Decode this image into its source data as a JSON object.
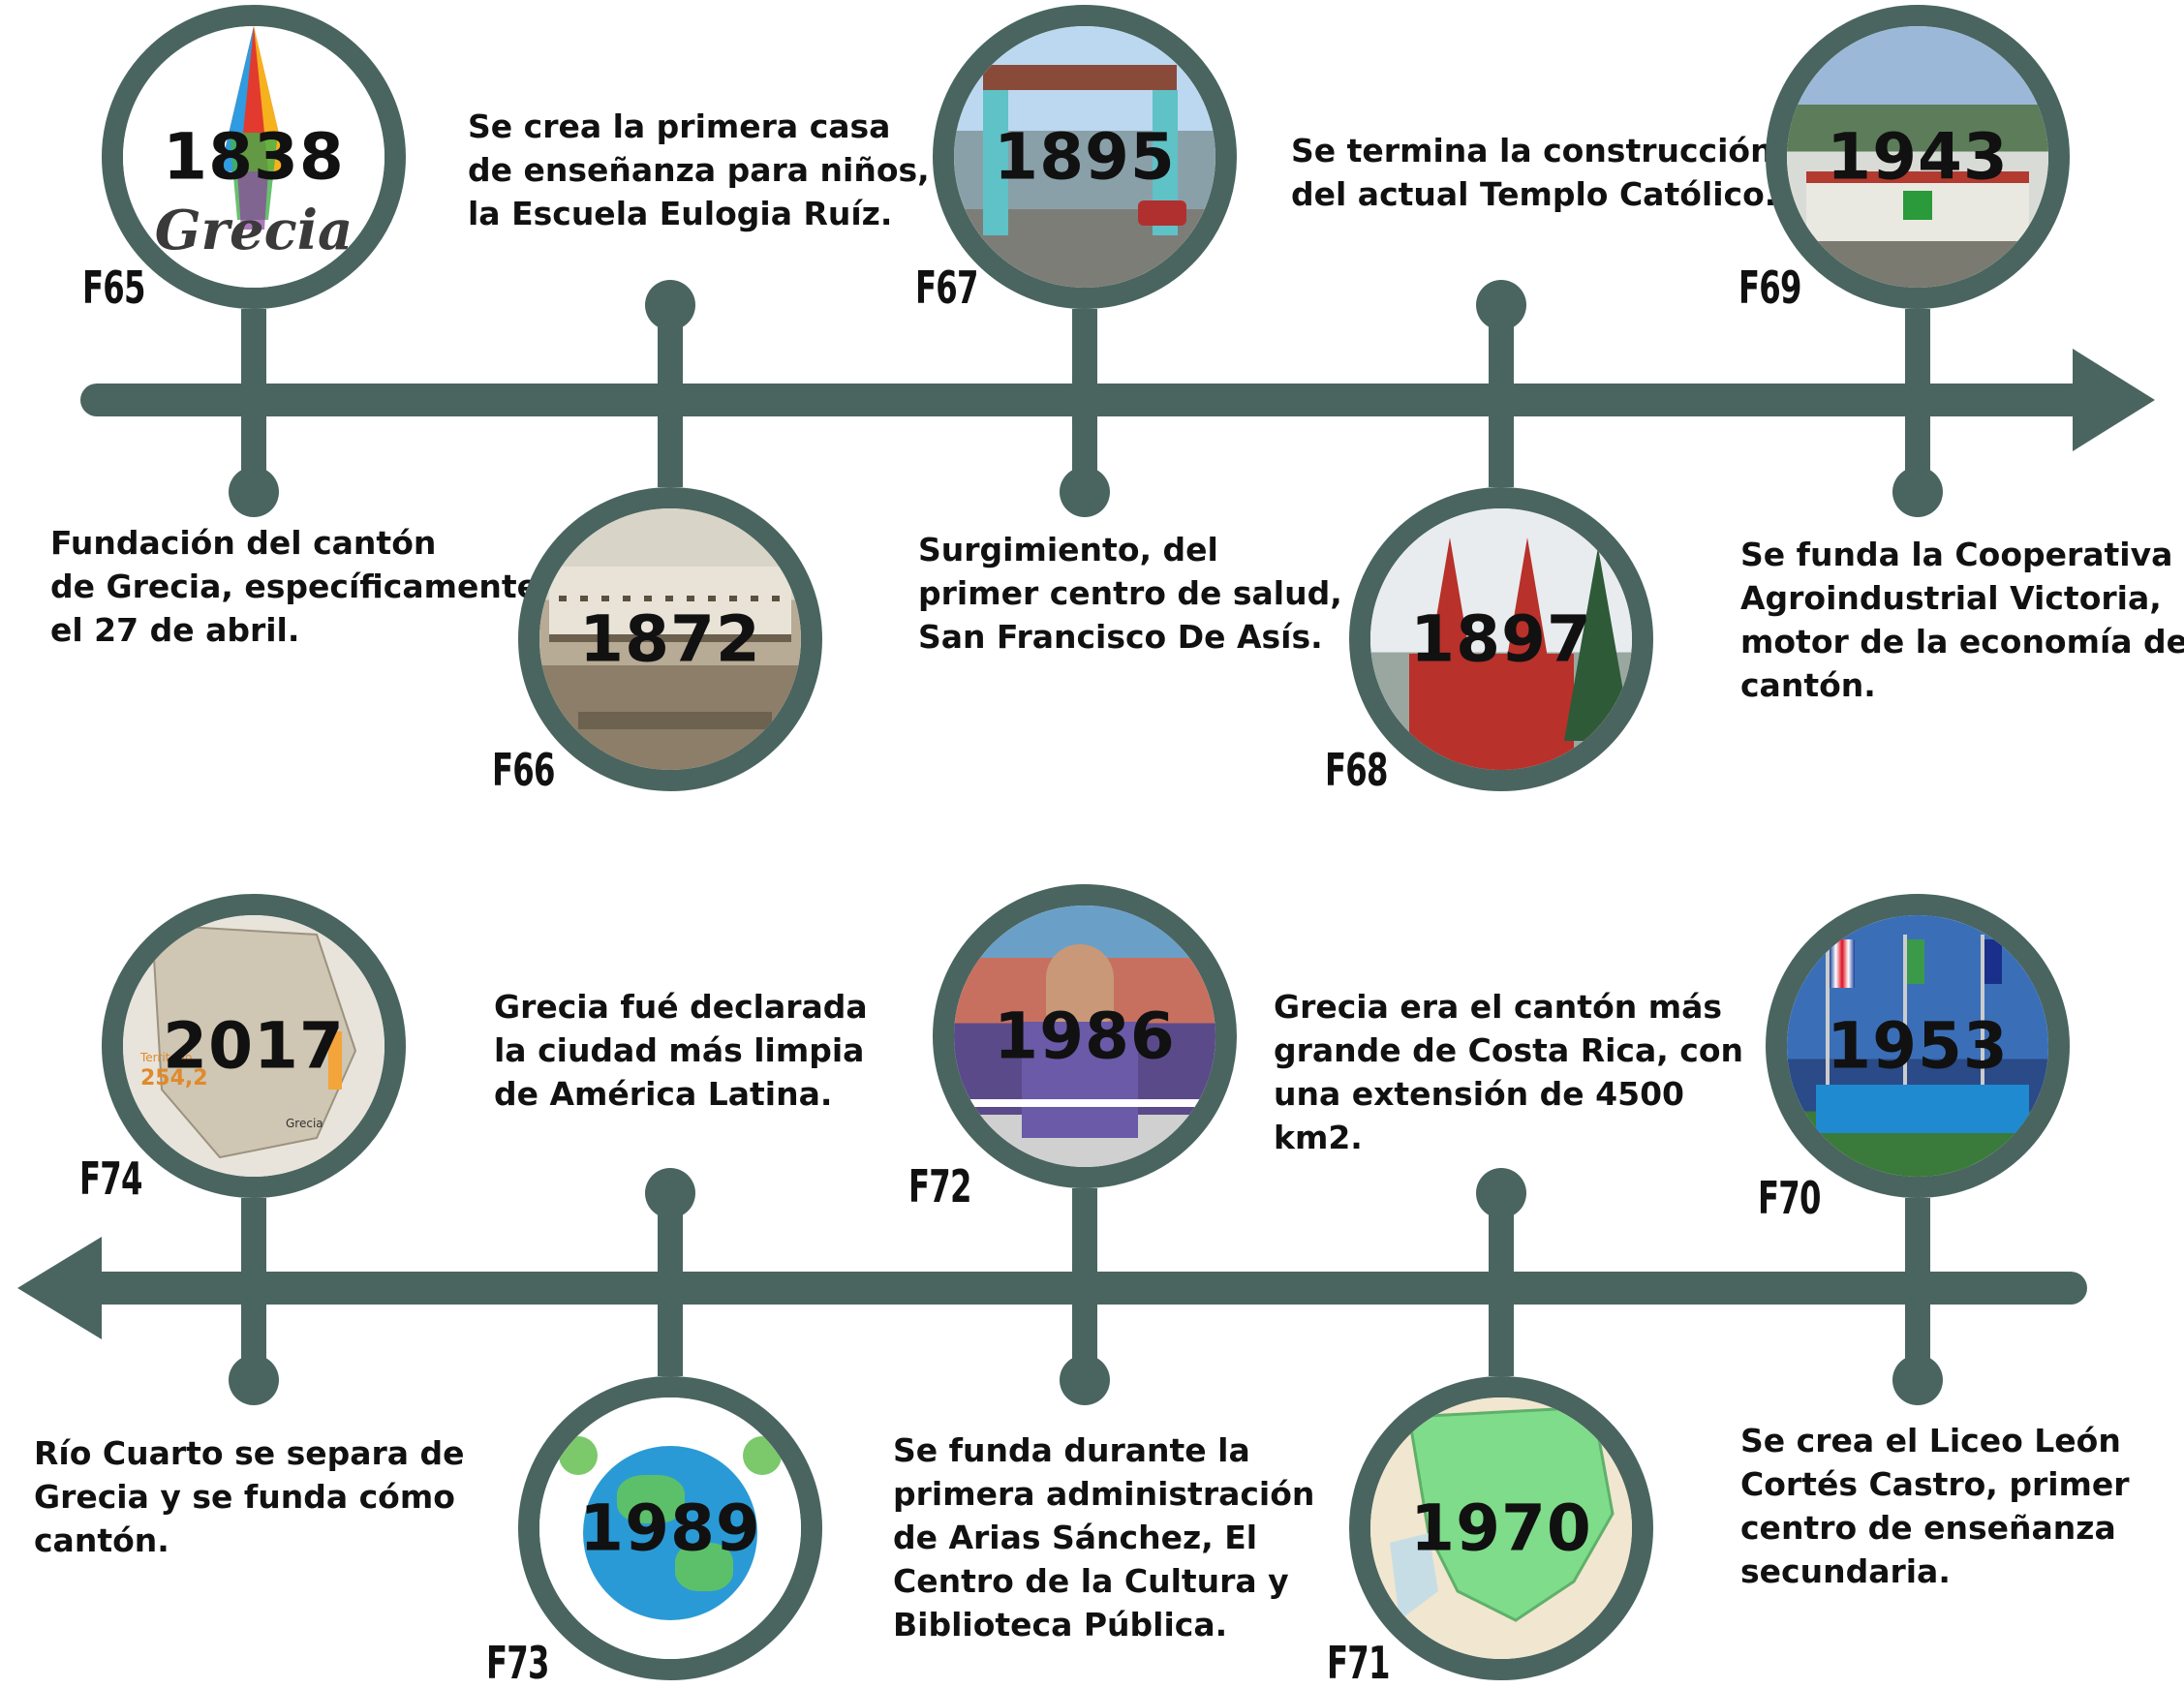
{
  "colors": {
    "line": "#4a6560",
    "text": "#111111"
  },
  "events": [
    {
      "id": "f65",
      "code": "F65",
      "year": "1838",
      "logo_text": "Grecia",
      "photo": "grecia-logo",
      "lines": [
        "Fundación del cantón",
        "de Grecia, específicamente",
        "el 27 de abril."
      ]
    },
    {
      "id": "f66",
      "code": "F66",
      "year": "1872",
      "photo": "old-school-photo",
      "lines": [
        "Se crea la primera casa",
        "de enseñanza para niños,",
        "la Escuela Eulogia Ruíz."
      ]
    },
    {
      "id": "f67",
      "code": "F67",
      "year": "1895",
      "photo": "hospital-gate-photo",
      "lines": [
        "Surgimiento, del",
        "primer centro de salud,",
        "San Francisco De Asís."
      ]
    },
    {
      "id": "f68",
      "code": "F68",
      "year": "1897",
      "photo": "red-church-photo",
      "lines": [
        "Se termina la construcción",
        "del actual Templo Católico."
      ]
    },
    {
      "id": "f69",
      "code": "F69",
      "year": "1943",
      "photo": "cooperative-factory-photo",
      "lines": [
        "Se funda la Cooperativa",
        "Agroindustrial Victoria,",
        "motor de la economía del",
        "cantón."
      ]
    },
    {
      "id": "f70",
      "code": "F70",
      "year": "1953",
      "photo": "school-flags-photo",
      "lines": [
        "Se crea el Liceo León",
        "Cortés Castro, primer",
        "centro de enseñanza",
        "secundaria."
      ]
    },
    {
      "id": "f71",
      "code": "F71",
      "year": "1970",
      "photo": "map-photo",
      "lines": [
        "Grecia era el cantón más",
        "grande de Costa Rica, con",
        "una extensión  de 4500",
        "km2."
      ]
    },
    {
      "id": "f72",
      "code": "F72",
      "year": "1986",
      "photo": "ribbon-cutting-photo",
      "lines": [
        "Se funda durante la",
        "primera administración",
        "de Arias Sánchez, El",
        "Centro de la Cultura y",
        "Biblioteca Pública."
      ]
    },
    {
      "id": "f73",
      "code": "F73",
      "year": "1989",
      "photo": "clean-earth-illustration",
      "lines": [
        "Grecia fué declarada",
        "la ciudad más limpia",
        "de América Latina."
      ]
    },
    {
      "id": "f74",
      "code": "F74",
      "year": "2017",
      "photo": "territory-map",
      "map_labels": [
        "Territorio",
        "254,2",
        "Grecia"
      ],
      "lines": [
        "Río Cuarto se separa de",
        "Grecia y se funda cómo",
        "cantón."
      ]
    }
  ]
}
